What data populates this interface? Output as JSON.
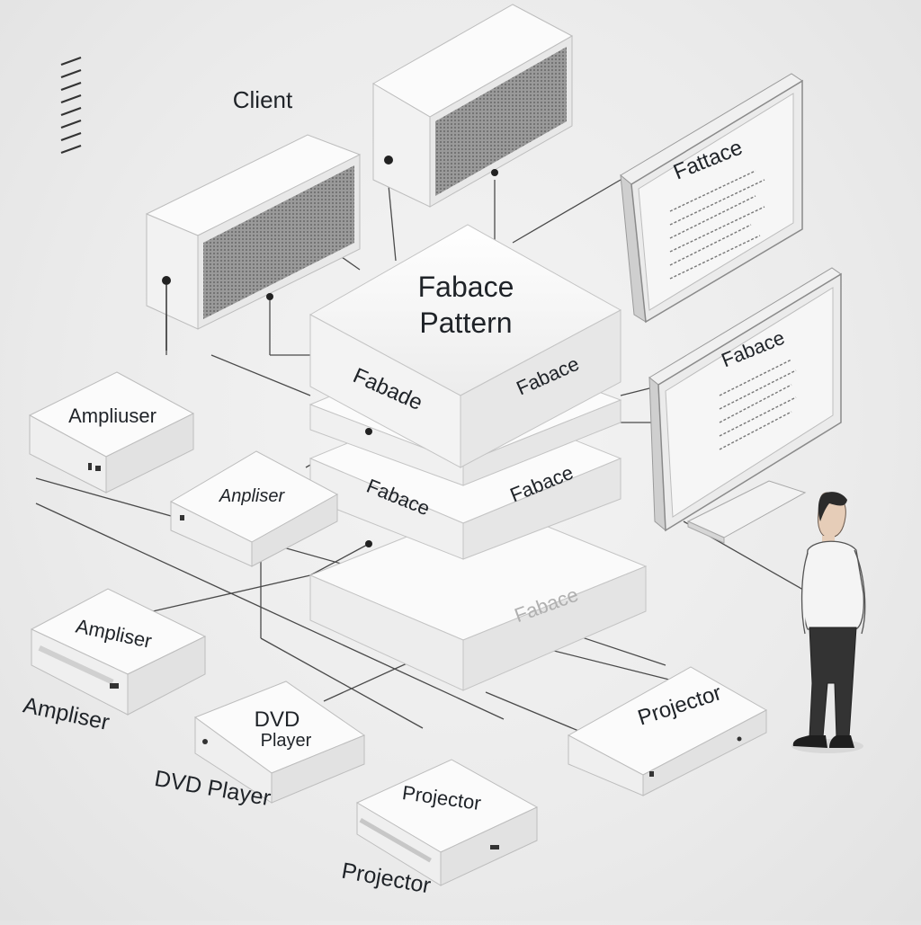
{
  "labels": {
    "client": "Client",
    "facade_top_1": "Fabace",
    "facade_top_2": "Pattern",
    "layer1_front": "Fabade",
    "layer1_right": "Fabace",
    "layer2_front": "Fabace",
    "layer2_right": "Fabace",
    "layer3_right": "Fabace",
    "monitor1_title": "Fattace",
    "monitor2_title": "Fabace",
    "box_amp1": "Ampliuser",
    "box_amp2": "Anpliser",
    "box_amp3": "Ampliser",
    "caption_amp": "Ampliser",
    "box_dvd_1": "DVD",
    "box_dvd_2": "Player",
    "caption_dvd": "DVD Player",
    "box_proj1": "Projector",
    "caption_proj": "Projector",
    "box_proj2": "Projector"
  },
  "colors": {
    "box_face": "#ffffff",
    "box_side": "#d9d9d9",
    "box_top": "#f7f7f7",
    "line": "#3a3a3a",
    "speaker_mesh": "#8a8a8a"
  }
}
